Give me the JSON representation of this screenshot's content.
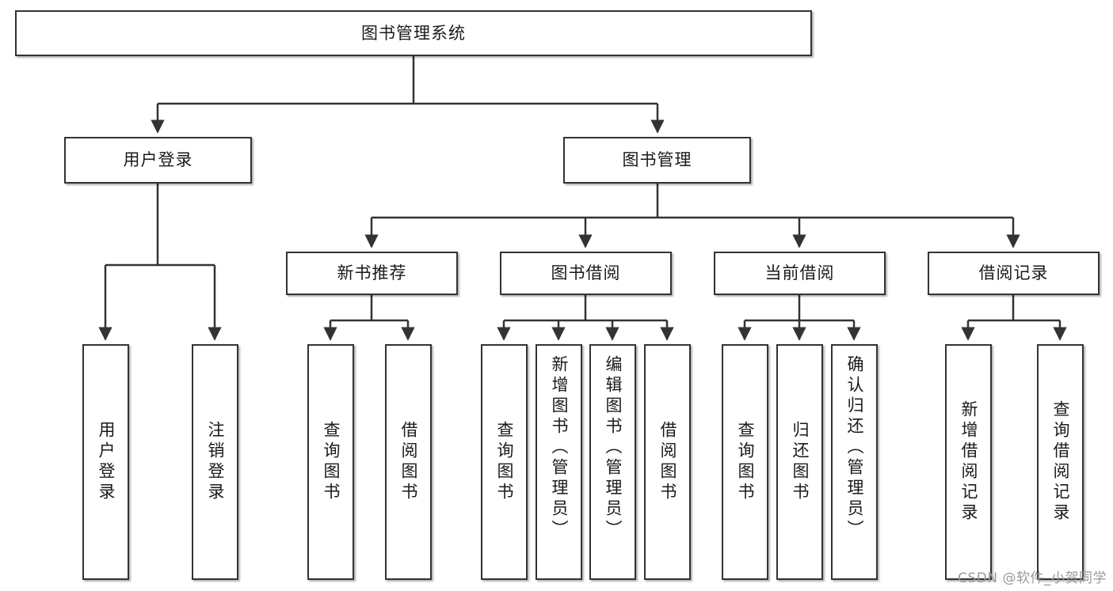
{
  "diagram": {
    "type": "tree-hierarchy",
    "title": "图书管理系统",
    "watermark": "CSDN @软件_小贺同学",
    "colors": {
      "box_border": "#333333",
      "box_fill": "#ffffff",
      "connector": "#333333",
      "text": "#1a1a1a",
      "watermark": "#9a9a9a"
    },
    "root": {
      "label": "图书管理系统"
    },
    "level2": [
      {
        "label": "用户登录"
      },
      {
        "label": "图书管理"
      }
    ],
    "level3": [
      {
        "label": "新书推荐"
      },
      {
        "label": "图书借阅"
      },
      {
        "label": "当前借阅"
      },
      {
        "label": "借阅记录"
      }
    ],
    "leaves": {
      "user_login": [
        {
          "label": "用户登录"
        },
        {
          "label": "注销登录"
        }
      ],
      "new_book_rec": [
        {
          "label": "查询图书"
        },
        {
          "label": "借阅图书"
        }
      ],
      "book_borrow": [
        {
          "label": "查询图书"
        },
        {
          "label": "新增图书（管理员）"
        },
        {
          "label": "编辑图书（管理员）"
        },
        {
          "label": "借阅图书"
        }
      ],
      "current_borrow": [
        {
          "label": "查询图书"
        },
        {
          "label": "归还图书"
        },
        {
          "label": "确认归还（管理员）"
        }
      ],
      "borrow_records": [
        {
          "label": "新增借阅记录"
        },
        {
          "label": "查询借阅记录"
        }
      ]
    }
  }
}
